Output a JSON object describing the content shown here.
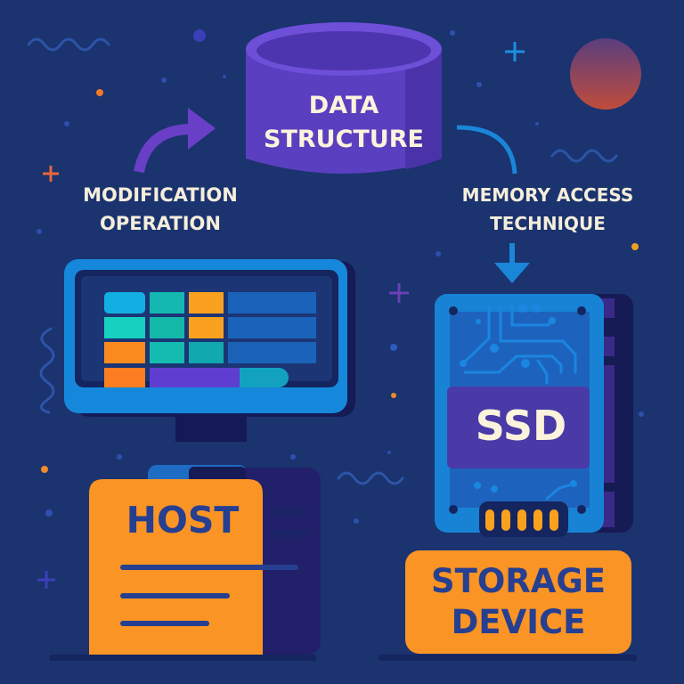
{
  "title": "Host / Storage Device data structure diagram",
  "nodes": {
    "data_structure": {
      "label_line1": "DATA",
      "label_line2": "STRUCTURE",
      "shape": "cylinder-icon"
    },
    "host": {
      "label": "HOST",
      "shape": "monitor-and-tower-icon"
    },
    "ssd": {
      "label": "SSD",
      "shape": "ssd-drive-icon"
    },
    "storage_device": {
      "label_line1": "STORAGE",
      "label_line2": "DEVICE"
    }
  },
  "edges": {
    "modification": {
      "label_line1": "MODIFICATION",
      "label_line2": "OPERATION",
      "from": "host",
      "to": "data_structure"
    },
    "memory_access": {
      "label_line1": "MEMORY ACCESS",
      "label_line2": "TECHNIQUE",
      "from": "data_structure",
      "to": "ssd"
    }
  },
  "colors": {
    "background": "#1b336f",
    "cylinder": "#5b3fc4",
    "monitor": "#1583d6",
    "orange": "#fa9424",
    "label_text": "#f5eedb",
    "dark_text": "#263f91",
    "ssd_band": "#4a3aa8"
  }
}
